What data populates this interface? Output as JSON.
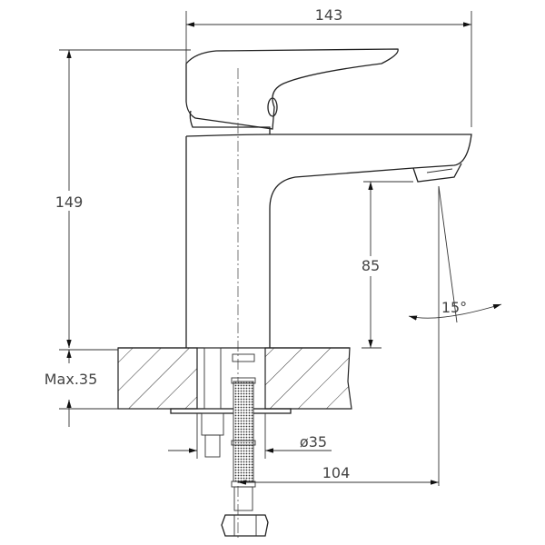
{
  "drawing": {
    "dimensions": {
      "width_top": "143",
      "height_total": "149",
      "spout_height": "85",
      "spout_angle": "15°",
      "max_counter": "Max.35",
      "hole_diameter": "ø35",
      "reach": "104"
    },
    "colors": {
      "line": "#222222",
      "text": "#444444",
      "background": "#ffffff"
    }
  }
}
